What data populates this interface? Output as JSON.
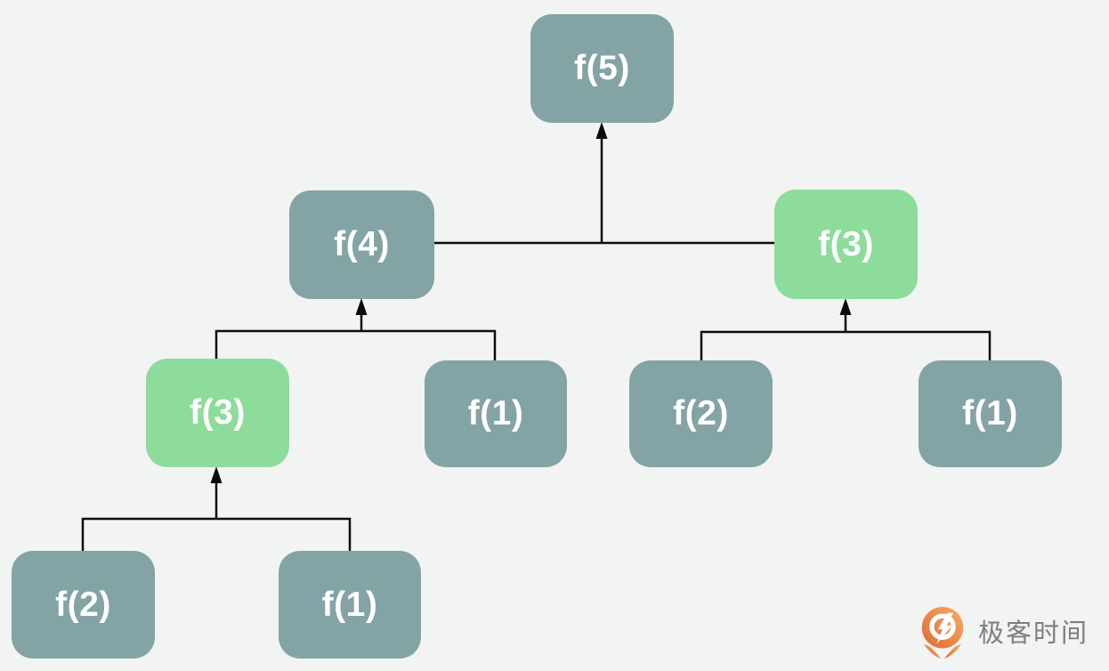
{
  "diagram": {
    "description": "Fibonacci recursion tree",
    "nodes": [
      {
        "id": "f5",
        "label": "f(5)",
        "variant": "teal"
      },
      {
        "id": "f4",
        "label": "f(4)",
        "variant": "teal"
      },
      {
        "id": "f3-right",
        "label": "f(3)",
        "variant": "green"
      },
      {
        "id": "f3-left",
        "label": "f(3)",
        "variant": "green"
      },
      {
        "id": "f1-mid",
        "label": "f(1)",
        "variant": "teal"
      },
      {
        "id": "f2-right",
        "label": "f(2)",
        "variant": "teal"
      },
      {
        "id": "f1-right",
        "label": "f(1)",
        "variant": "teal"
      },
      {
        "id": "f2-bottom",
        "label": "f(2)",
        "variant": "teal"
      },
      {
        "id": "f1-bottom",
        "label": "f(1)",
        "variant": "teal"
      }
    ],
    "edges": [
      {
        "from": [
          "f4",
          "f3-right"
        ],
        "to": "f5"
      },
      {
        "from": [
          "f3-left",
          "f1-mid"
        ],
        "to": "f4"
      },
      {
        "from": [
          "f2-right",
          "f1-right"
        ],
        "to": "f3-right"
      },
      {
        "from": [
          "f2-bottom",
          "f1-bottom"
        ],
        "to": "f3-left"
      }
    ],
    "colors": {
      "node_teal": "#84A3A4",
      "node_green": "#8EDC9B",
      "node_text": "#FFFFFF",
      "connector": "#0B0B0B",
      "background": "#F1F4F2"
    }
  },
  "logo": {
    "text": "极客时间",
    "icon": "geektime-logo-icon",
    "text_color": "#7E7E7E",
    "orange_light": "#F6AC64",
    "orange_dark": "#DF6A35"
  }
}
